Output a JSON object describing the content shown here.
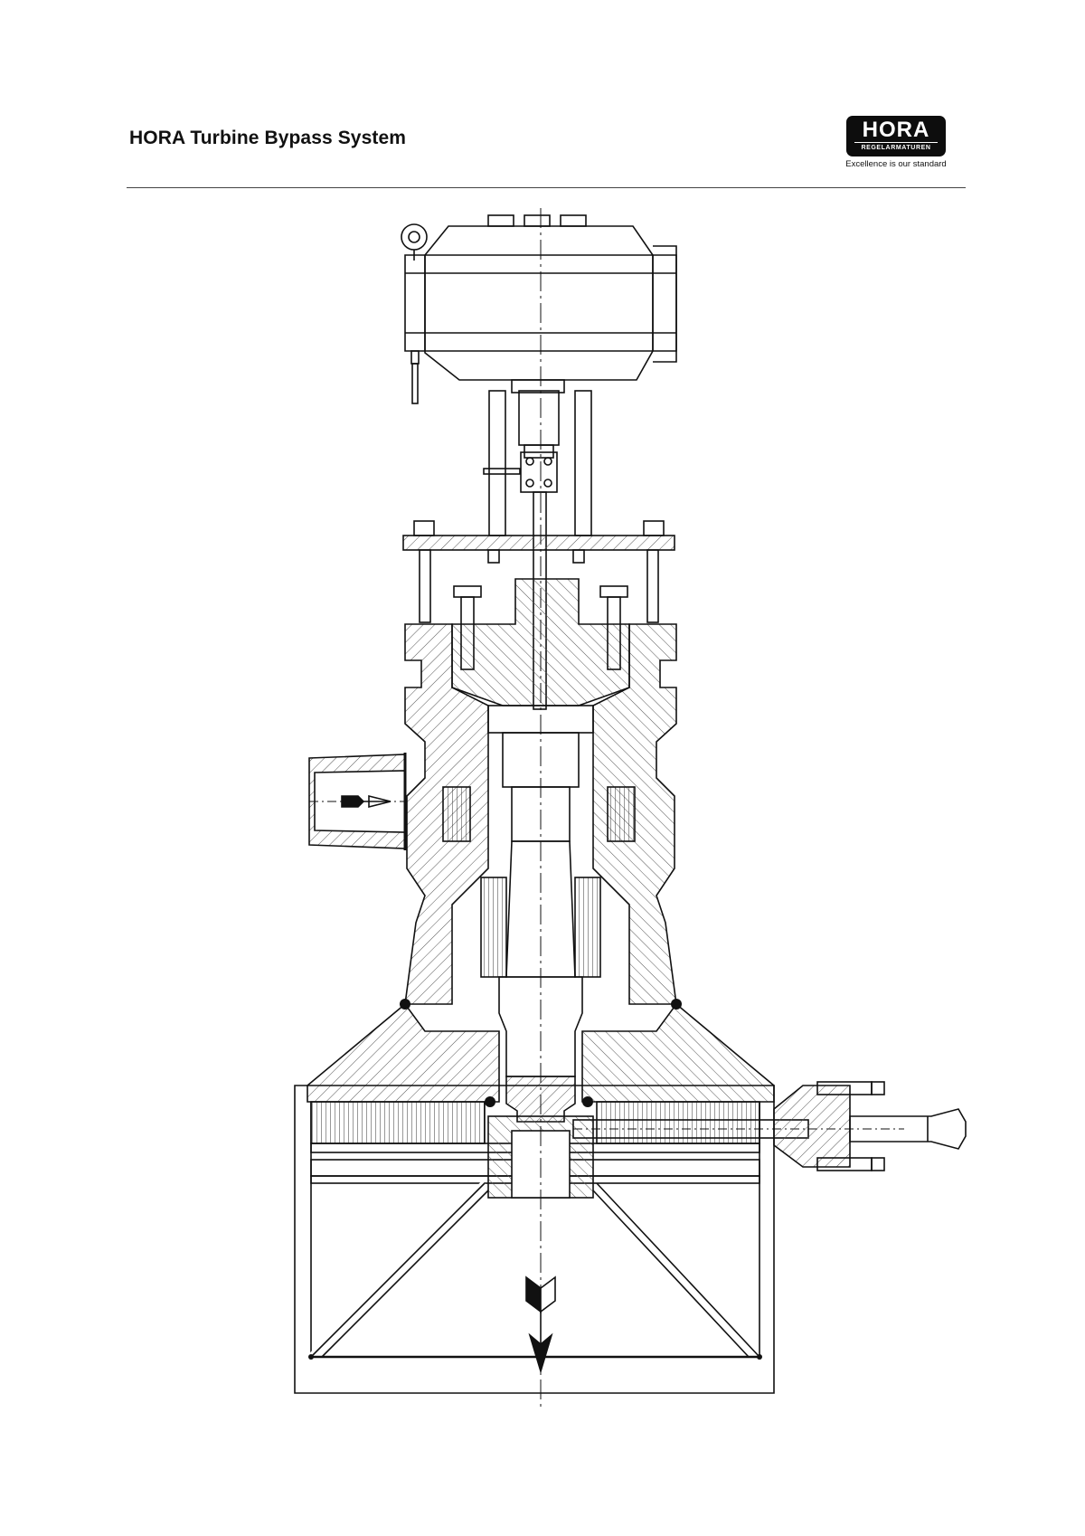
{
  "header": {
    "title": "HORA Turbine Bypass System"
  },
  "logo": {
    "name": "HORA",
    "subtitle": "REGELARMATUREN",
    "tagline": "Excellence is our standard"
  },
  "colors": {
    "ink": "#111111",
    "hatch": "#555555",
    "background": "#ffffff"
  }
}
